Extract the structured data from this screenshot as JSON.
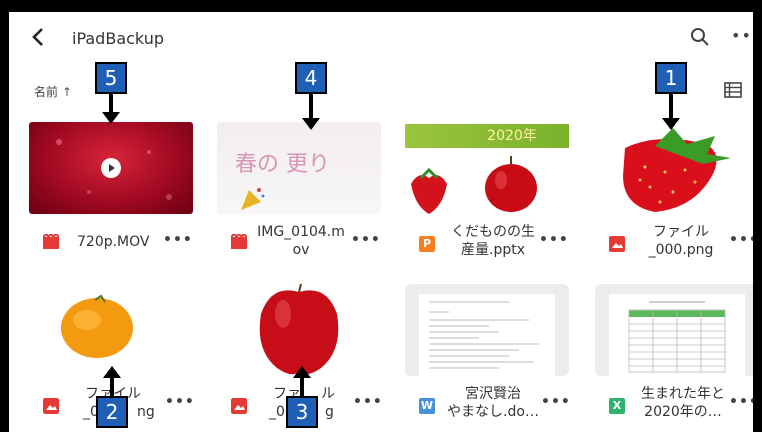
{
  "header": {
    "title": "iPadBackup"
  },
  "sort": {
    "label": "名前",
    "arrow": "↑"
  },
  "colors": {
    "video": "#e53935",
    "image": "#e53935",
    "ppt": "#f4801f",
    "word": "#4a90d9",
    "excel": "#2db36d",
    "badge": "#1f5fb5"
  },
  "files": [
    {
      "name_line1": "720p.MOV",
      "name_line2": "",
      "type": "video"
    },
    {
      "name_line1": "IMG_0104.m",
      "name_line2": "ov",
      "type": "video"
    },
    {
      "name_line1": "くだものの生",
      "name_line2": "産量.pptx",
      "type": "ppt",
      "icon_letter": "P",
      "slide_title": "2020年"
    },
    {
      "name_line1": "ファイル",
      "name_line2": "_000.png",
      "type": "image"
    },
    {
      "name_line1": "ファイル",
      "name_line2": "_0",
      "name_line2_end": "ng",
      "type": "image"
    },
    {
      "name_line1": "ファ",
      "name_line1_end": "ル",
      "name_line2": "_00",
      "name_line2_end": "g",
      "type": "image"
    },
    {
      "name_line1": "宮沢賢治",
      "name_line2": "やまなし.do…",
      "type": "word",
      "icon_letter": "W"
    },
    {
      "name_line1": "生まれた年と",
      "name_line2": "2020年の…",
      "type": "excel",
      "icon_letter": "X"
    }
  ],
  "video2_overlay_text": "春の 更り",
  "badges": [
    "1",
    "2",
    "3",
    "4",
    "5"
  ]
}
